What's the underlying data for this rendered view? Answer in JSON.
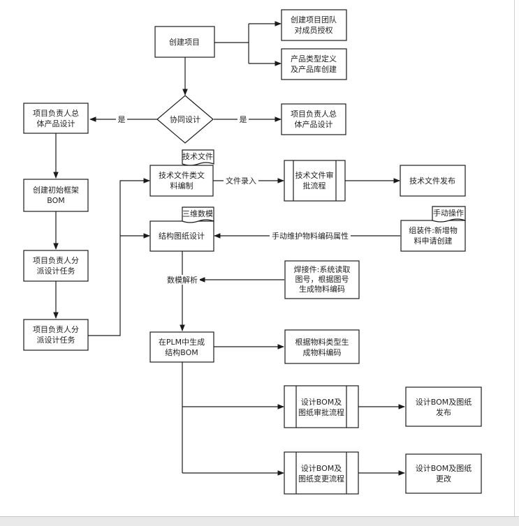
{
  "nodes": {
    "create_project": "创建项目",
    "team_auth": [
      "创建项目团队",
      "对成员授权"
    ],
    "product_type": [
      "产品类型定义",
      "及产品库创建"
    ],
    "collab": "协同设计",
    "left_overall": [
      "项目负责人总",
      "体产品设计"
    ],
    "right_overall": [
      "项目负责人总",
      "体产品设计"
    ],
    "init_bom": [
      "创建初始框架",
      "BOM"
    ],
    "assign1": [
      "项目负责人分",
      "派设计任务"
    ],
    "assign2": [
      "项目负责人分",
      "派设计任务"
    ],
    "tech_doc_edit": [
      "技术文件类文",
      "料编制"
    ],
    "tech_doc_tab": "技术文件",
    "tech_review": [
      "技术文件审",
      "批流程"
    ],
    "tech_release": "技术文件发布",
    "struct_design": "结构图纸设计",
    "model_tab": "三维数模",
    "assembly": [
      "组装件:新增物",
      "料申请创建"
    ],
    "manual_tab": "手动操作",
    "weld": [
      "焊接件:系统读取",
      "图号，根据图号",
      "生成物料编码"
    ],
    "plm_bom": [
      "在PLM中生成",
      "结构BOM"
    ],
    "material_code": [
      "根据物料类型生",
      "成物料编码"
    ],
    "bom_review": [
      "设计BOM及",
      "图纸审批流程"
    ],
    "bom_release": [
      "设计BOM及图纸",
      "发布"
    ],
    "bom_change": [
      "设计BOM及",
      "图纸变更流程"
    ],
    "bom_modify": [
      "设计BOM及图纸",
      "更改"
    ]
  },
  "edge_labels": {
    "yes_left": "是",
    "yes_right": "是",
    "file_entry": "文件录入",
    "manual_maintain": "手动维护物料编码属性",
    "model_parse": "数模解析"
  }
}
